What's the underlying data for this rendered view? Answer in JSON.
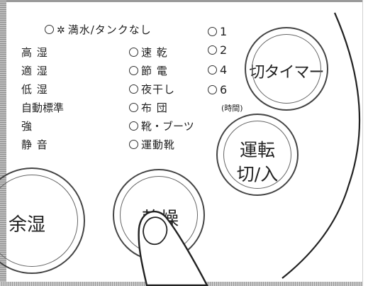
{
  "water_indicator": {
    "icon": "snowflake-icon",
    "label": "満水/タンクなし"
  },
  "humidity_modes": [
    "高 湿",
    "適 湿",
    "低 湿",
    "自動標準",
    "強",
    "静 音"
  ],
  "dry_modes": [
    "速 乾",
    "節 電",
    "夜干し",
    "布 団",
    "靴・ブーツ",
    "運動靴"
  ],
  "timer_hours": [
    "1",
    "2",
    "4",
    "6"
  ],
  "timer_unit": "(時間)",
  "buttons": {
    "timer_off": "切タイマー",
    "run_line1": "運転",
    "run_line2": "切/入",
    "dehumidify": "余湿",
    "dry_visible": "乾",
    "dry_partial": "燥"
  }
}
